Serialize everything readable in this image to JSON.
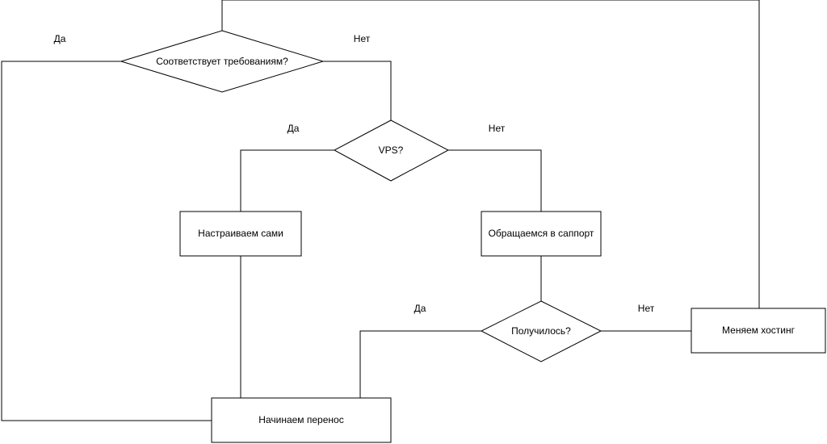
{
  "diagram": {
    "nodes": {
      "meets_requirements": {
        "label": "Соответствует требованиям?"
      },
      "vps": {
        "label": "VPS?"
      },
      "configure_ourselves": {
        "label": "Настраиваем сами"
      },
      "contact_support": {
        "label": "Обращаемся в саппорт"
      },
      "worked": {
        "label": "Получилось?"
      },
      "change_hosting": {
        "label": "Меняем хостинг"
      },
      "start_migration": {
        "label": "Начинаем перенос"
      }
    },
    "edge_labels": {
      "meets_yes": "Да",
      "meets_no": "Нет",
      "vps_yes": "Да",
      "vps_no": "Нет",
      "worked_yes": "Да",
      "worked_no": "Нет"
    }
  }
}
